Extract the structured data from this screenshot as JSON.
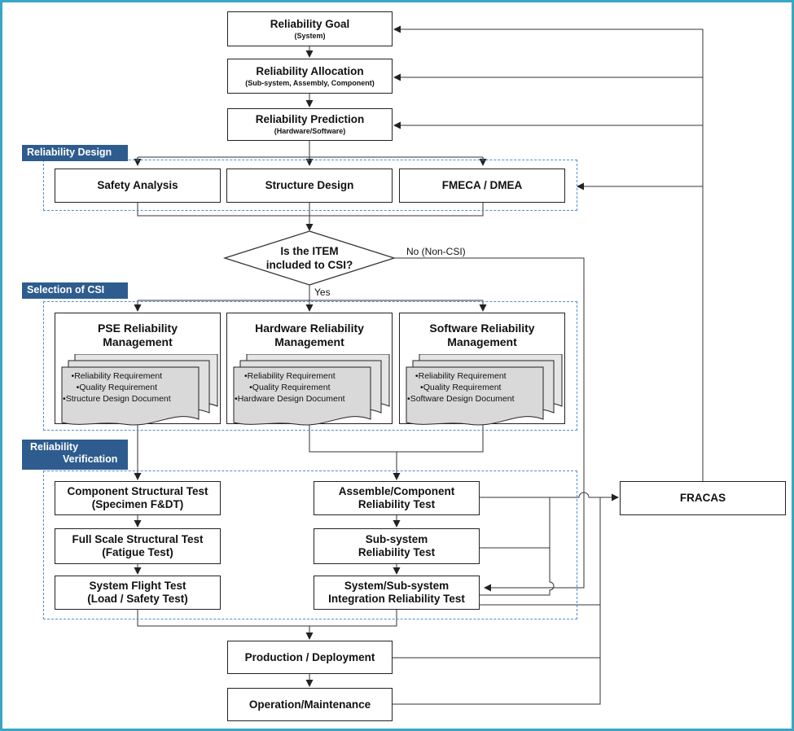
{
  "top": {
    "goal": {
      "title": "Reliability Goal",
      "sub": "(System)"
    },
    "allocation": {
      "title": "Reliability Allocation",
      "sub": "(Sub-system, Assembly, Component)"
    },
    "prediction": {
      "title": "Reliability Prediction",
      "sub": "(Hardware/Software)"
    }
  },
  "design": {
    "label": "Reliability Design",
    "boxes": [
      "Safety Analysis",
      "Structure Design",
      "FMECA / DMEA"
    ]
  },
  "decision": {
    "question_line1": "Is the ITEM",
    "question_line2": "included to CSI?",
    "yes": "Yes",
    "no": "No (Non-CSI)"
  },
  "csi": {
    "label": "Selection of CSI",
    "cards": [
      {
        "title1": "PSE Reliability",
        "title2": "Management",
        "items": [
          "Reliability Requirement",
          "Quality Requirement",
          "Structure Design Document"
        ]
      },
      {
        "title1": "Hardware Reliability",
        "title2": "Management",
        "items": [
          "Reliability Requirement",
          "Quality Requirement",
          "Hardware Design Document"
        ]
      },
      {
        "title1": "Software Reliability",
        "title2": "Management",
        "items": [
          "Reliability Requirement",
          "Quality Requirement",
          "Software Design Document"
        ]
      }
    ]
  },
  "verification": {
    "label_line1": "Reliability",
    "label_line2": "Verification",
    "left": [
      {
        "title": "Component Structural Test",
        "sub": "(Specimen F&DT)"
      },
      {
        "title": "Full Scale Structural Test",
        "sub": "(Fatigue Test)"
      },
      {
        "title": "System Flight Test",
        "sub": "(Load / Safety Test)"
      }
    ],
    "right": [
      {
        "title": "Assemble/Component",
        "sub": "Reliability Test"
      },
      {
        "title": "Sub-system",
        "sub": "Reliability  Test"
      },
      {
        "title": "System/Sub-system",
        "sub": "Integration Reliability  Test"
      }
    ]
  },
  "bottom": {
    "production": "Production / Deployment",
    "operation": "Operation/Maintenance"
  },
  "fracas": "FRACAS"
}
